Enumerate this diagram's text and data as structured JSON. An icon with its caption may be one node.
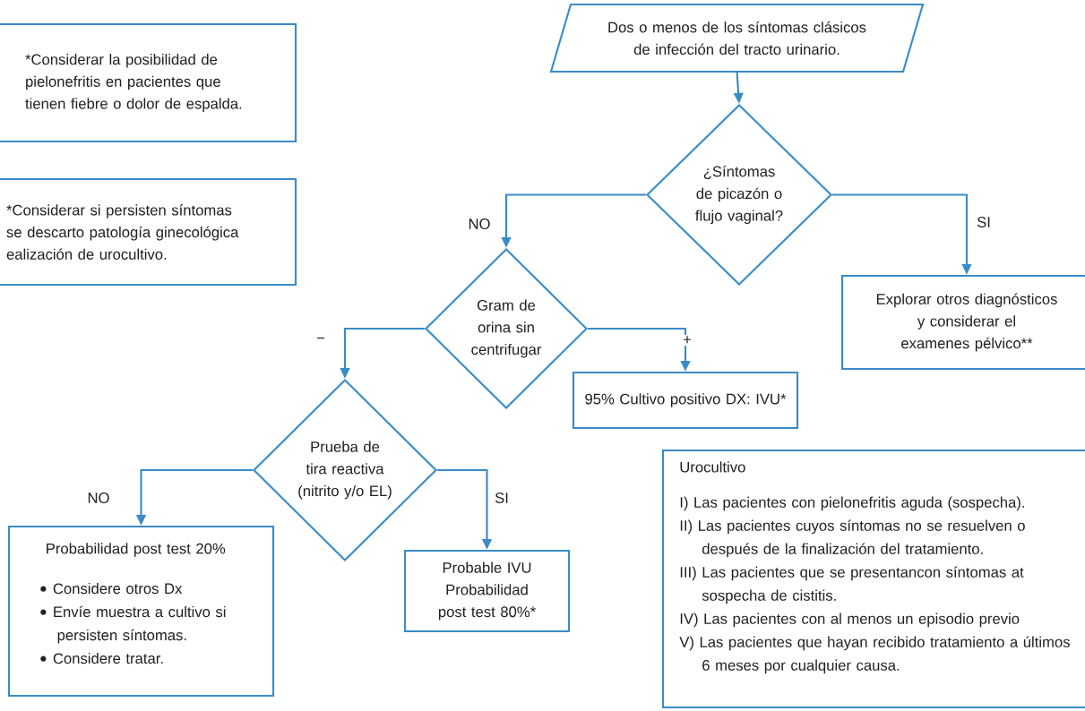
{
  "diagram": {
    "nodes": [
      {
        "text": [
          "*Considerar la posibilidad de pielonefritis en pacientes que tienen fiebre o dolor de espalda."
        ]
      },
      {
        "text": [
          "*Considerar si persisten síntomas se descarto patología ginecológica ealización de urocultivo."
        ]
      },
      {
        "text": [
          "Dos o menos de los síntomas clásicos de infección del tracto urinario."
        ]
      },
      {
        "text": [
          "¿Síntomas de picazón o flujo vaginal?"
        ]
      },
      {
        "text": [
          "Gram de orina sin centrifugar"
        ]
      },
      {
        "text": [
          "Explorar otros diagnósticos y considerar el examenes pélvico**"
        ]
      },
      {
        "text": [
          "95% Cultivo positivo DX: IVU*"
        ]
      },
      {
        "text": [
          "Prueba de tira reactiva (nitrito y/o EL)"
        ]
      },
      {
        "text": [
          "Probabilidad post test 20%",
          "Considere otros Dx",
          "Envíe muestra a cultivo si persisten síntomas.",
          "Considere tratar."
        ]
      },
      {
        "text": [
          "Probable IVU Probabilidad post test 80%*"
        ]
      },
      {
        "text": [
          "Urocultivo",
          "I) Las pacientes con pielonefritis aguda (sospecha).",
          "II) Las pacientes cuyos síntomas no se resuelven o después de la finalización del tratamiento.",
          "III) Las pacientes que se presentancon síntomas at sospecha de cistitis.",
          "IV) Las pacientes con al menos un episodio previo",
          "V) Las pacientes que hayan recibido tratamiento a últimos 6 meses por cualquier causa."
        ]
      }
    ],
    "edges": [
      {
        "from": 2,
        "to": 3,
        "arrow": "to"
      },
      {
        "from": 3,
        "to": 4,
        "arrow": "to",
        "label": "NO"
      },
      {
        "from": 3,
        "to": 5,
        "arrow": "to",
        "label": "SI"
      },
      {
        "from": 4,
        "to": 7,
        "arrow": "to",
        "label": "−"
      },
      {
        "from": 4,
        "to": 6,
        "arrow": "to",
        "label": "+"
      },
      {
        "from": 7,
        "to": 8,
        "arrow": "to",
        "label": "NO"
      },
      {
        "from": 7,
        "to": 9,
        "arrow": "to",
        "label": "SI"
      }
    ]
  }
}
